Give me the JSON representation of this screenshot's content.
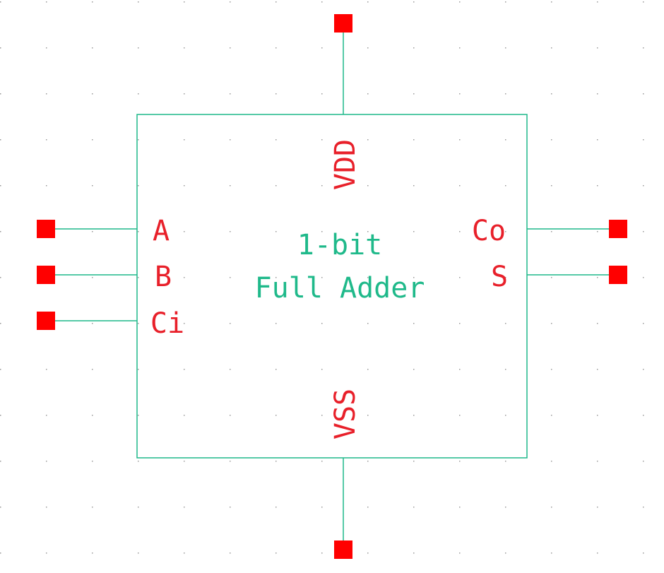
{
  "symbol": {
    "title_line1": "1-bit",
    "title_line2": "Full Adder"
  },
  "pins": {
    "vdd": "VDD",
    "vss": "VSS",
    "a": "A",
    "b": "B",
    "ci": "Ci",
    "co": "Co",
    "s": "S"
  },
  "colors": {
    "wire": "#1fb98a",
    "label": "#e8202a",
    "pin_marker": "#ff0000",
    "grid_dot": "#9a9a9a",
    "background": "#ffffff"
  }
}
